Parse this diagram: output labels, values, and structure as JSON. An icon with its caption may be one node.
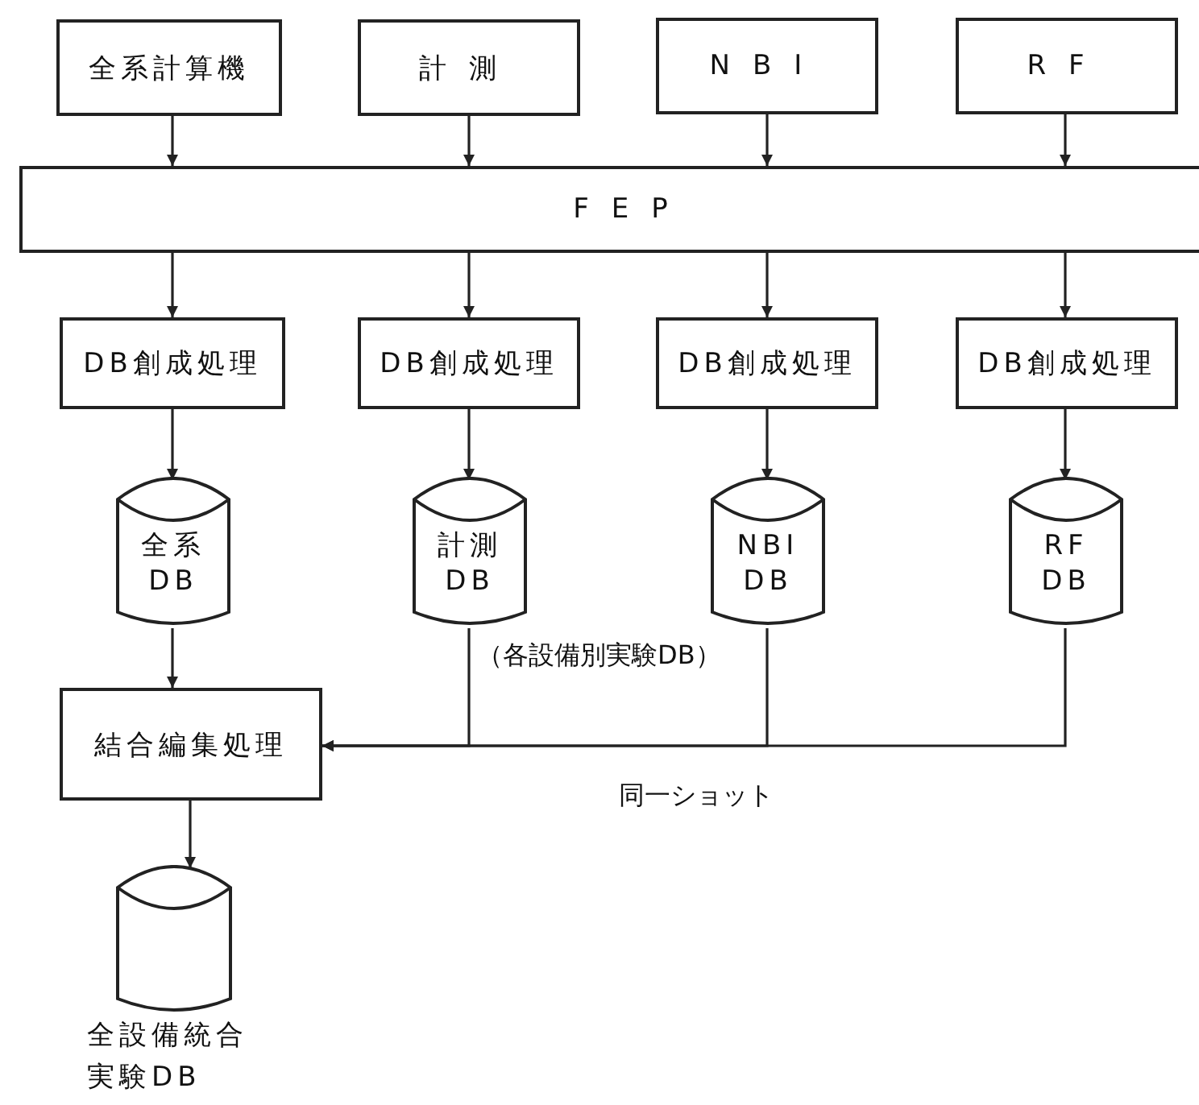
{
  "diagram": {
    "nodes": [
      {
        "text": [
          "全系計算機"
        ]
      },
      {
        "text": [
          "計測"
        ]
      },
      {
        "text": [
          "NBI"
        ]
      },
      {
        "text": [
          "RF"
        ]
      },
      {
        "text": [
          "FEP"
        ]
      },
      {
        "text": [
          "DB創成処理"
        ]
      },
      {
        "text": [
          "DB創成処理"
        ]
      },
      {
        "text": [
          "DB創成処理"
        ]
      },
      {
        "text": [
          "DB創成処理"
        ]
      },
      {
        "text": [
          "全系 DB"
        ]
      },
      {
        "text": [
          "計測 DB"
        ]
      },
      {
        "text": [
          "NBI DB"
        ]
      },
      {
        "text": [
          "RF DB"
        ]
      },
      {
        "text": [
          "結合編集処理"
        ]
      },
      {
        "text": [
          "全設備統合実験DB"
        ]
      }
    ],
    "edges": [
      {
        "from": 0,
        "to": 4,
        "arrow": "to"
      },
      {
        "from": 1,
        "to": 4,
        "arrow": "to"
      },
      {
        "from": 2,
        "to": 4,
        "arrow": "to"
      },
      {
        "from": 3,
        "to": 4,
        "arrow": "to"
      },
      {
        "from": 4,
        "to": 5,
        "arrow": "to"
      },
      {
        "from": 4,
        "to": 6,
        "arrow": "to"
      },
      {
        "from": 4,
        "to": 7,
        "arrow": "to"
      },
      {
        "from": 4,
        "to": 8,
        "arrow": "to"
      },
      {
        "from": 5,
        "to": 9,
        "arrow": "to"
      },
      {
        "from": 6,
        "to": 10,
        "arrow": "to"
      },
      {
        "from": 7,
        "to": 11,
        "arrow": "to"
      },
      {
        "from": 8,
        "to": 12,
        "arrow": "to"
      },
      {
        "from": 9,
        "to": 13,
        "arrow": "to"
      },
      {
        "from": 10,
        "to": 13,
        "arrow": "to"
      },
      {
        "from": 11,
        "to": 13,
        "arrow": "to"
      },
      {
        "from": 12,
        "to": 13,
        "arrow": "to"
      },
      {
        "from": 13,
        "to": 14,
        "arrow": "to"
      }
    ],
    "labels": [
      "（各設備別実験DB）",
      "同一ショット"
    ]
  }
}
